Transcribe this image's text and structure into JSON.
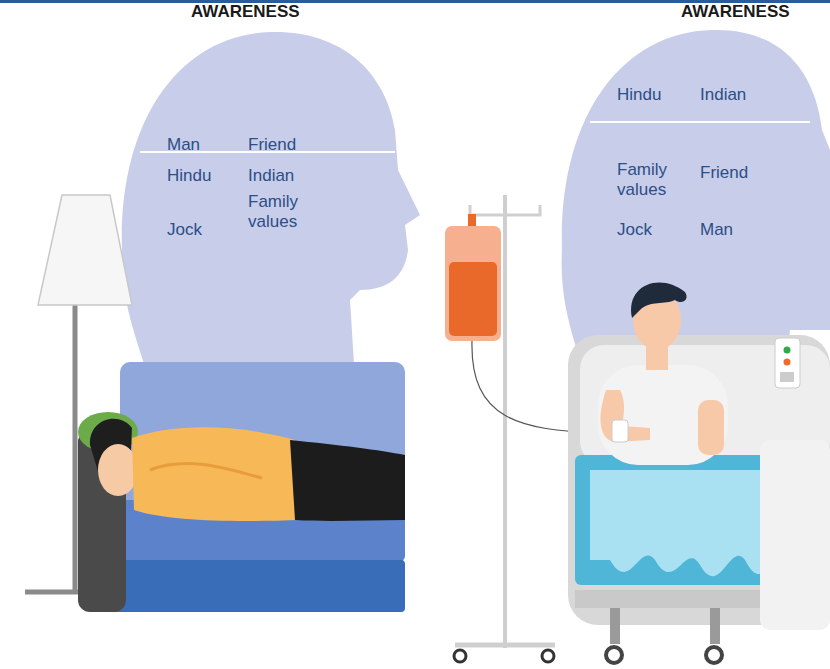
{
  "diagram": {
    "nodes": [
      {
        "text": [
          "AWARENESS",
          "Man",
          "Friend",
          "Hindu",
          "Indian",
          "Jock",
          "Family values"
        ]
      },
      {
        "text": [
          "AWARENESS",
          "Hindu",
          "Indian",
          "Family values",
          "Friend",
          "Jock",
          "Man"
        ]
      }
    ]
  }
}
